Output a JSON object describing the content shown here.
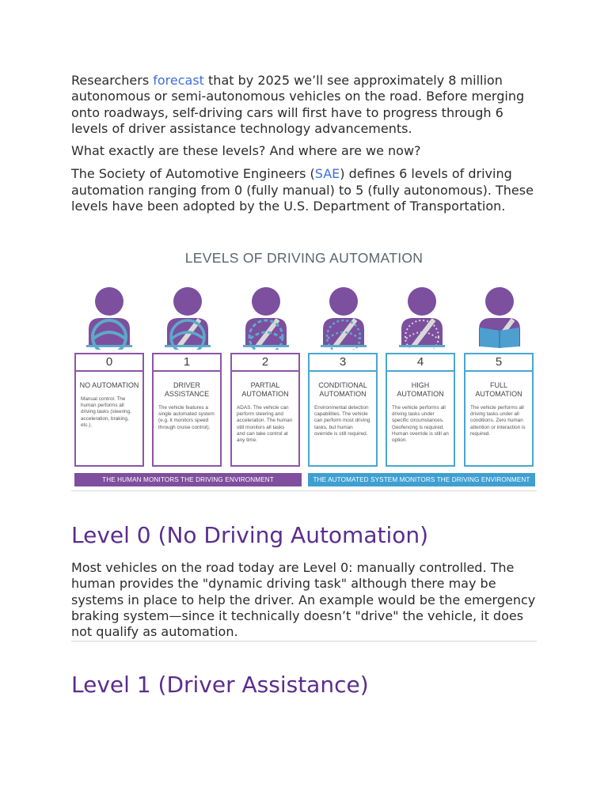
{
  "intro": {
    "p1_before": "Researchers ",
    "p1_link": "forecast",
    "p1_after": " that by 2025 we’ll see approximately 8 million autonomous or semi-autonomous vehicles on the road. Before merging onto roadways, self-driving cars will first have to progress through 6 levels of driver assistance technology advancements.",
    "p2": "What exactly are these levels? And where are we now?",
    "p3_before": "The Society of Automotive Engineers (",
    "p3_link": "SAE",
    "p3_after": ") defines 6 levels of driving automation ranging from 0 (fully manual) to 5 (fully autonomous). These levels have been adopted by the U.S. Department of Transportation."
  },
  "infographic": {
    "title": "LEVELS OF DRIVING AUTOMATION",
    "levels": [
      {
        "num": "0",
        "name": "NO AUTOMATION",
        "desc": "Manual control. The human performs all driving tasks (steering, acceleration, braking, etc.)."
      },
      {
        "num": "1",
        "name": "DRIVER ASSISTANCE",
        "desc": "The vehicle features a single automated system (e.g. it monitors speed through cruise control)."
      },
      {
        "num": "2",
        "name": "PARTIAL AUTOMATION",
        "desc": "ADAS. The vehicle can perform steering and acceleration. The human still monitors all tasks and can take control at any time."
      },
      {
        "num": "3",
        "name": "CONDITIONAL AUTOMATION",
        "desc": "Environmental detection capabilities. The vehicle can perform most driving tasks, but human override is still required."
      },
      {
        "num": "4",
        "name": "HIGH AUTOMATION",
        "desc": "The vehicle performs all driving tasks under specific circumstances. Geofencing is required. Human override is still an option."
      },
      {
        "num": "5",
        "name": "FULL AUTOMATION",
        "desc": "The vehicle performs all driving tasks under all conditions. Zero human attention or interaction is required."
      }
    ],
    "human_bar": "THE HUMAN MONITORS THE DRIVING ENVIRONMENT",
    "auto_bar": "THE AUTOMATED SYSTEM MONITORS THE DRIVING ENVIRONMENT",
    "colors": {
      "purple": "#8c55a8",
      "blue": "#4aa6cf"
    }
  },
  "level0": {
    "heading": "Level 0 (No Driving Automation)",
    "body": "Most vehicles on the road today are Level 0: manually controlled. The human provides the \"dynamic driving task\" although there may be systems in place to help the driver. An example would be the emergency braking system—since it technically doesn’t \"drive\" the vehicle, it does not qualify as automation."
  },
  "level1": {
    "heading": "Level 1 (Driver Assistance)"
  }
}
